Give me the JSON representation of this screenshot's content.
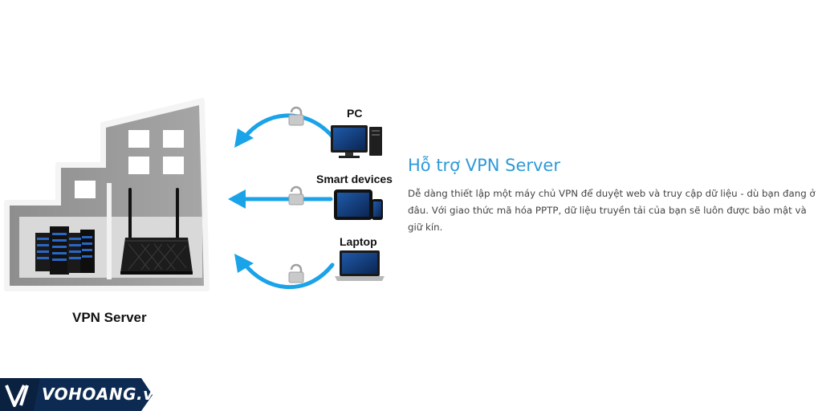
{
  "diagram": {
    "devices": {
      "pc": "PC",
      "smart": "Smart devices",
      "laptop": "Laptop"
    },
    "server_label": "VPN Server"
  },
  "feature": {
    "title": "Hỗ trợ VPN Server",
    "description": "Dễ dàng thiết lập một máy chủ VPN để duyệt web và truy cập dữ liệu - dù bạn đang ở đâu. Với giao thức mã hóa PPTP, dữ liệu truyền tải của bạn sẽ luôn được bảo mật và giữ kín."
  },
  "logo": {
    "text": "VOHOANG.vn"
  },
  "colors": {
    "accent": "#2e9ad8",
    "arrow": "#1aa3e8",
    "building": "#9b9b9b",
    "logo_bg": "#0d2b52"
  },
  "icons": [
    "lock-icon",
    "pc-icon",
    "tablet-icon",
    "laptop-icon",
    "router-icon",
    "server-rack-icon",
    "arrow-icon"
  ]
}
